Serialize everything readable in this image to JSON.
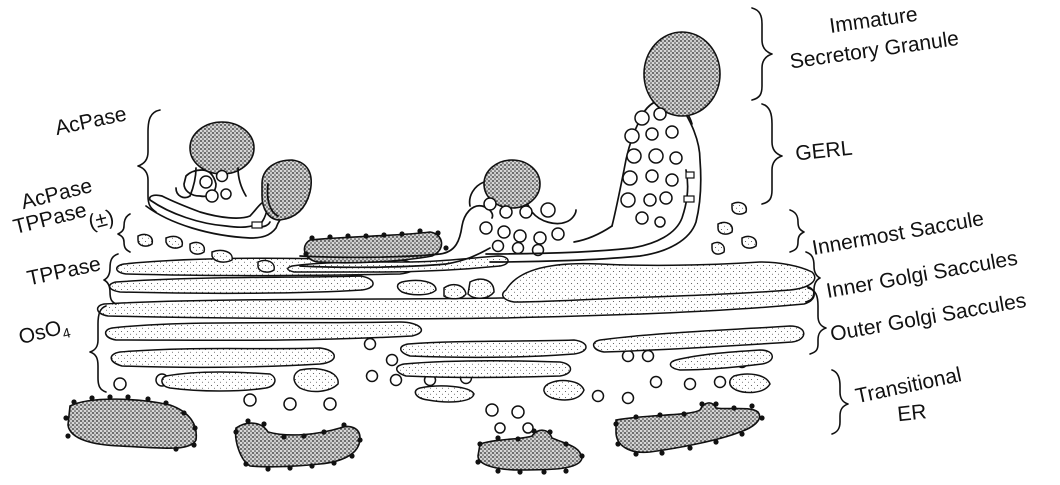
{
  "diagram": {
    "left_labels": {
      "acpase": "AcPase",
      "acpase_tppase_line1": "AcPase",
      "acpase_tppase_line2": "TPPase",
      "acpase_tppase_pm": "(±)",
      "tppase": "TPPase",
      "oso4_main": "OsO",
      "oso4_sub": "4"
    },
    "right_labels": {
      "immature_line1": "Immature",
      "immature_line2": "Secretory Granule",
      "gerl": "GERL",
      "innermost": "Innermost Saccule",
      "inner_golgi": "Inner Golgi Saccules",
      "outer_golgi": "Outer Golgi Saccules",
      "transitional_line1": "Transitional",
      "transitional_line2": "ER"
    }
  }
}
